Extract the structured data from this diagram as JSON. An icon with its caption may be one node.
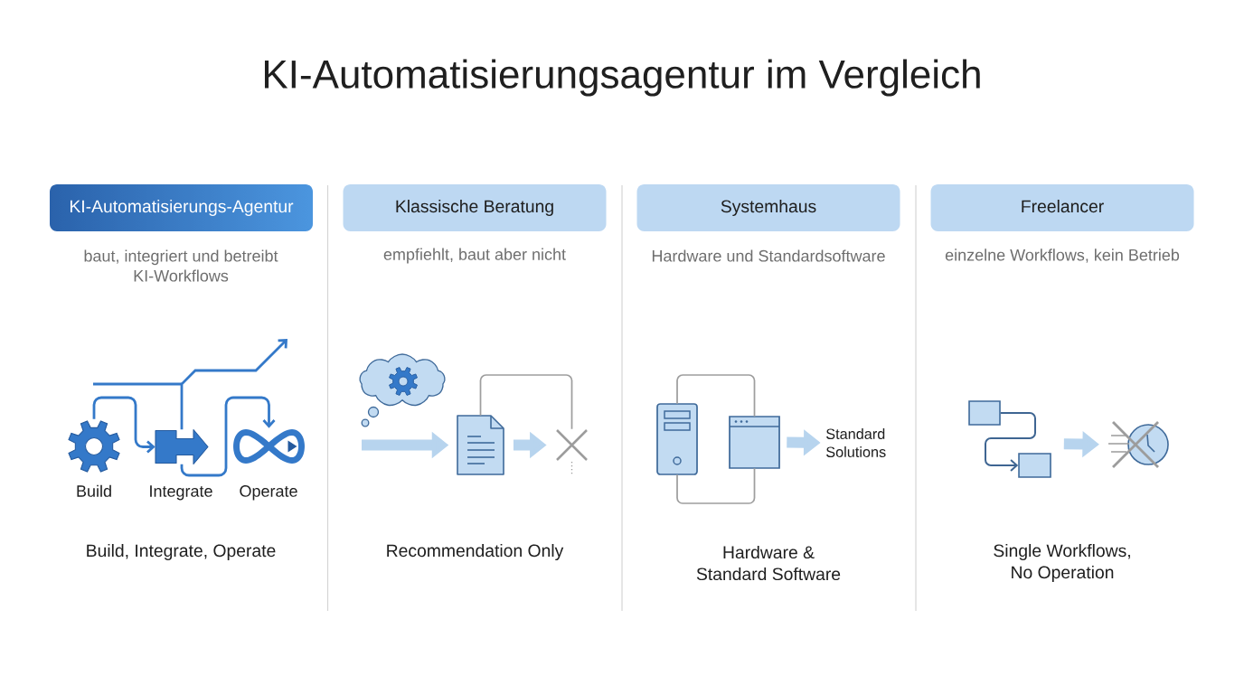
{
  "diagram": {
    "title": "KI-Automatisierungsagentur im Vergleich",
    "nodes": [
      {
        "text": [
          "KI-Automatisierungs-Agentur"
        ]
      },
      {
        "text": [
          "Klassische Beratung"
        ]
      },
      {
        "text": [
          "Systemhaus"
        ]
      },
      {
        "text": [
          "Freelancer"
        ]
      },
      {
        "text": [
          "Build"
        ]
      },
      {
        "text": [
          "Integrate"
        ]
      },
      {
        "text": [
          "Operate"
        ]
      },
      {
        "text": [],
        "shape": "picture"
      },
      {
        "text": [],
        "shape": "cross"
      },
      {
        "text": [],
        "shape": "picture"
      },
      {
        "text": [],
        "shape": "picture"
      },
      {
        "text": [
          "Standard Solutions"
        ]
      },
      {
        "text": [],
        "shape": "box"
      },
      {
        "text": [],
        "shape": "box"
      },
      {
        "text": [],
        "shape": "picture"
      }
    ],
    "edges": [
      {
        "from": 4,
        "to": 5,
        "arrow": "to",
        "color": "#3479c9"
      },
      {
        "from": 5,
        "to": 6,
        "arrow": "to",
        "color": "#3479c9"
      },
      {
        "from": 5,
        "to": null,
        "arrow": "to",
        "color": "#3479c9"
      },
      {
        "from": null,
        "to": 7,
        "arrow": "to",
        "style": "thick",
        "color": "#b7d4ee"
      },
      {
        "from": 7,
        "to": 8,
        "arrow": "to",
        "style": "thick",
        "color": "#b7d4ee"
      },
      {
        "from": 7,
        "to": 8,
        "arrow": "none",
        "color": "#9e9e9e"
      },
      {
        "from": 9,
        "to": 10,
        "arrow": "none",
        "color": "#9e9e9e"
      },
      {
        "from": 9,
        "to": 10,
        "arrow": "none",
        "color": "#9e9e9e"
      },
      {
        "from": 10,
        "to": 11,
        "arrow": "to",
        "style": "thick",
        "color": "#b7d4ee"
      },
      {
        "from": 12,
        "to": 13,
        "arrow": "to",
        "color": "#3e6592"
      },
      {
        "from": 13,
        "to": 14,
        "arrow": "to",
        "style": "thick",
        "color": "#b7d4ee"
      }
    ],
    "labels": [
      "baut, integriert und betreibt KI-Workflows",
      "empfiehlt, baut aber nicht",
      "Hardware und Standardsoftware",
      "einzelne Workflows, kein Betrieb",
      "Build, Integrate, Operate",
      "Recommendation Only",
      "Hardware & Standard Software",
      "Single Workflows, No Operation"
    ]
  }
}
